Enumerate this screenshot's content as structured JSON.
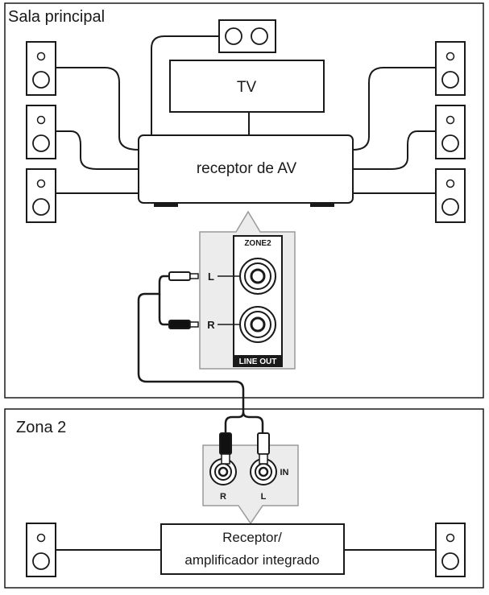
{
  "main_room": {
    "label": "Sala principal"
  },
  "zone2": {
    "label": "Zona 2"
  },
  "tv": {
    "label": "TV"
  },
  "av_receiver": {
    "label": "receptor de AV"
  },
  "zone2_panel": {
    "title": "ZONE2",
    "footer": "LINE OUT",
    "left_label": "L",
    "right_label": "R"
  },
  "zone2_input": {
    "in_label": "IN",
    "right_label": "R",
    "left_label": "L"
  },
  "zone2_receiver": {
    "line1": "Receptor/",
    "line2": "amplificador integrado"
  },
  "colors": {
    "line": "#1a1a1a",
    "panel_fill": "#ececec",
    "panel_stroke": "#9a9a9a",
    "black_plug": "#111111",
    "white_plug": "#ffffff"
  }
}
